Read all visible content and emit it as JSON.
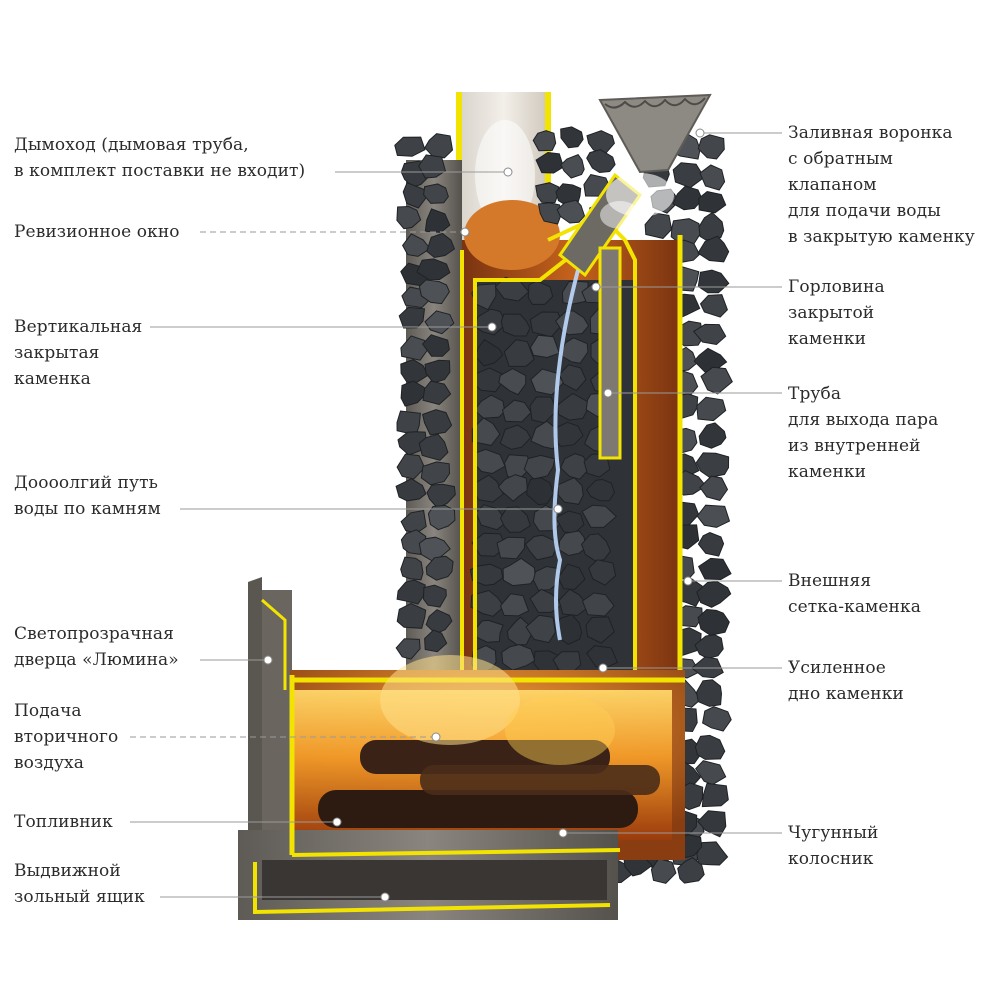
{
  "colors": {
    "accent_yellow": "#f2e300",
    "steel": "#6e6a64",
    "fire": "#f08a1e",
    "stone": "#3b3f44",
    "leader": "#9a9a9a"
  },
  "left_labels": [
    {
      "id": "chimney",
      "text": "Дымоход (дымовая труба,\nв комплект поставки не входит)"
    },
    {
      "id": "inspection-window",
      "text": "Ревизионное окно"
    },
    {
      "id": "vertical-closed-heater",
      "text": "Вертикальная\nзакрытая\nкаменка"
    },
    {
      "id": "long-water-path",
      "text": "Доооолгий путь\nводы по камням"
    },
    {
      "id": "glass-door",
      "text": "Светопрозрачная\nдверца «Люмина»"
    },
    {
      "id": "secondary-air",
      "text": "Подача\nвторичного\nвоздуха"
    },
    {
      "id": "firebox",
      "text": "Топливник"
    },
    {
      "id": "ash-drawer",
      "text": "Выдвижной\nзольный ящик"
    }
  ],
  "right_labels": [
    {
      "id": "water-funnel",
      "text": "Заливная воронка\nс обратным\nклапаном\nдля подачи воды\nв закрытую каменку"
    },
    {
      "id": "heater-neck",
      "text": "Горловина\nзакрытой\nкаменки"
    },
    {
      "id": "steam-pipe",
      "text": "Труба\nдля выхода пара\nиз внутренней\nкаменки"
    },
    {
      "id": "outer-mesh",
      "text": "Внешняя\nсетка-каменка"
    },
    {
      "id": "reinforced-bottom",
      "text": "Усиленное\nдно каменки"
    },
    {
      "id": "cast-iron-grate",
      "text": "Чугунный\nколосник"
    }
  ]
}
